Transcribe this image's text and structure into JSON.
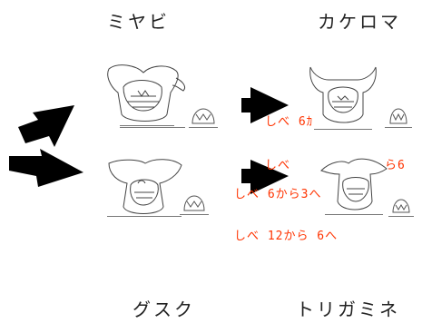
{
  "colors": {
    "level_text": "#ff3300",
    "arrow": "#000000"
  },
  "names": {
    "top_left": "ミヤビ",
    "top_right": "カケロマ",
    "bottom_left": "グスク",
    "bottom_right": "トリガミネ"
  },
  "levels": {
    "line1": "しべ 6ｶ",
    "line2a": "しべ",
    "line2b": "ら6",
    "line3": "しべ 6から3へ",
    "line4": "しべ 12から 6へ"
  },
  "icons": {
    "arrow_left_top": "arrow-right-icon",
    "arrow_left_bottom": "arrow-right-icon",
    "arrow_mid_top": "arrow-right-icon",
    "arrow_mid_bottom": "arrow-right-icon"
  }
}
